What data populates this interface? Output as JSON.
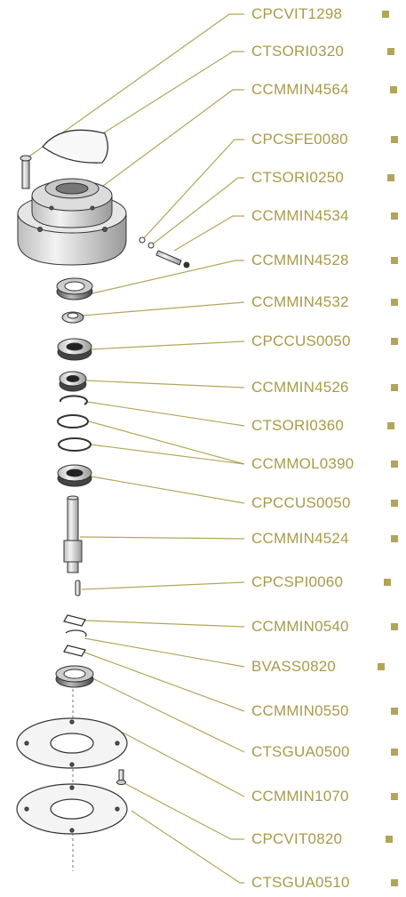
{
  "parts": [
    {
      "code": "CPCVIT1298"
    },
    {
      "code": "CTSORI0320"
    },
    {
      "code": "CCMMIN4564"
    },
    {
      "code": "CPCSFE0080"
    },
    {
      "code": "CTSORI0250"
    },
    {
      "code": "CCMMIN4534"
    },
    {
      "code": "CCMMIN4528"
    },
    {
      "code": "CCMMIN4532"
    },
    {
      "code": "CPCCUS0050"
    },
    {
      "code": "CCMMIN4526"
    },
    {
      "code": "CTSORI0360"
    },
    {
      "code": "CCMMOL0390"
    },
    {
      "code": "CPCCUS0050"
    },
    {
      "code": "CCMMIN4524"
    },
    {
      "code": "CPCSPI0060"
    },
    {
      "code": "CCMMIN0540"
    },
    {
      "code": "BVASS0820"
    },
    {
      "code": "CCMMIN0550"
    },
    {
      "code": "CTSGUA0500"
    },
    {
      "code": "CCMMIN1070"
    },
    {
      "code": "CPCVIT0820"
    },
    {
      "code": "CTSGUA0510"
    }
  ],
  "colors": {
    "leader_line": "#b3a55a",
    "label_text": "#a99a4a",
    "marker": "#b3a457",
    "parts_outline": "#333333"
  }
}
